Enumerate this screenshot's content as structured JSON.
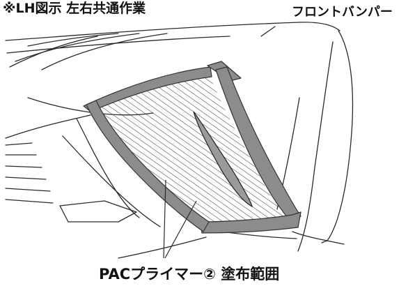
{
  "header": {
    "note": "※LH図示 左右共通作業",
    "part_label": "フロントバンパー"
  },
  "callout": {
    "label": "PACプライマー② 塗布範囲"
  },
  "colors": {
    "line": "#2a2a2a",
    "tape": "#8c8c8c",
    "tape_edge": "#333333",
    "hatch": "#444444"
  }
}
